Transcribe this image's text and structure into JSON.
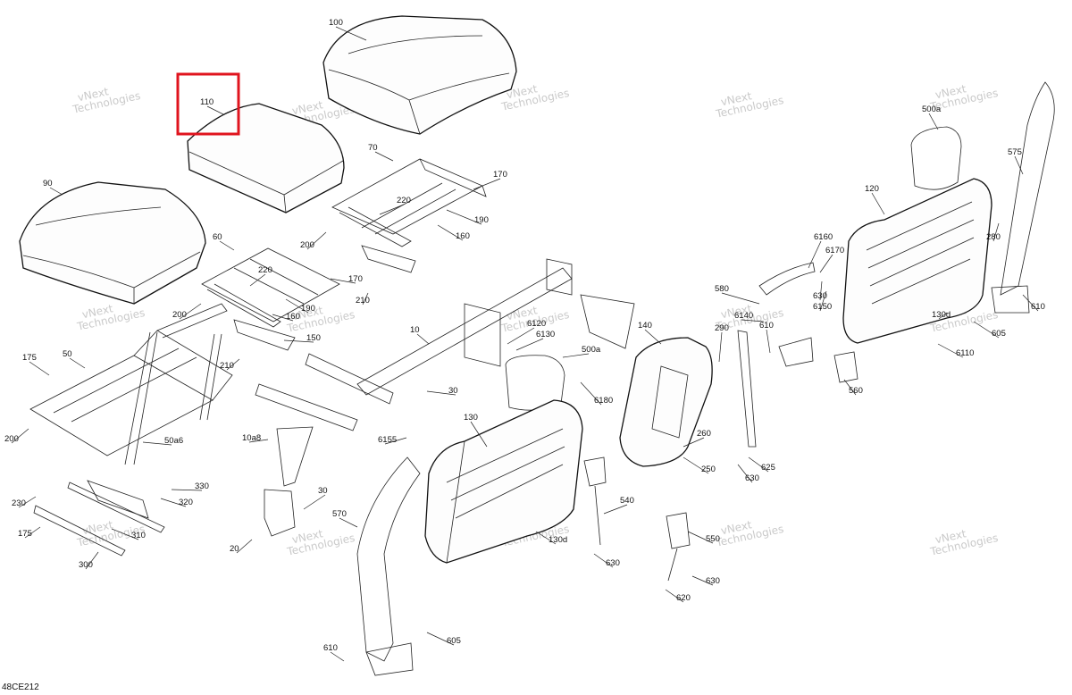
{
  "diagram_code": "48CE212",
  "watermark_text": [
    "vNext",
    "Technologies"
  ],
  "highlight_label": "110",
  "callouts": [
    "100",
    "110",
    "70",
    "170",
    "220",
    "190",
    "160",
    "200",
    "90",
    "60",
    "220",
    "170",
    "190",
    "160",
    "210",
    "200",
    "150",
    "210",
    "175",
    "50",
    "200",
    "50a6",
    "10a8",
    "10",
    "30",
    "6120",
    "6130",
    "500a",
    "6180",
    "140",
    "290",
    "580",
    "6140",
    "610",
    "6160",
    "6170",
    "630",
    "6150",
    "120",
    "500a",
    "575",
    "280",
    "610",
    "605",
    "130d",
    "6110",
    "560",
    "6155",
    "130",
    "30",
    "20",
    "570",
    "260",
    "250",
    "625",
    "630",
    "540",
    "630",
    "550",
    "630",
    "620",
    "610",
    "605",
    "330",
    "320",
    "230",
    "310",
    "175",
    "300",
    "130d"
  ],
  "colors": {
    "highlight": "#e0141e",
    "line": "#111111",
    "watermark": "#b8b8b8"
  }
}
